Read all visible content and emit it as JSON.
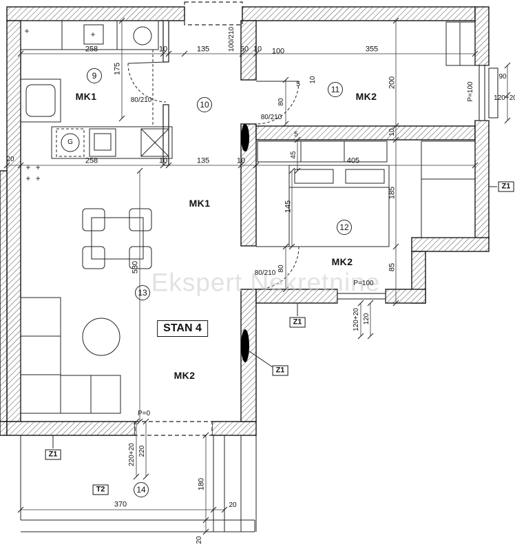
{
  "watermark": "Ekspert Nekretnine",
  "apartment": {
    "name": "STAN 4"
  },
  "rooms": {
    "mk1": "MK1",
    "mk2": "MK2",
    "n9": "9",
    "n10": "10",
    "n11": "11",
    "n12": "12",
    "n13": "13",
    "n14": "14"
  },
  "markers": {
    "z1": "Z1",
    "t2": "T2"
  },
  "doors": {
    "entry": "100/210",
    "swing": "80/210"
  },
  "dims": {
    "d5": "5",
    "d10": "10",
    "d20": "20",
    "d45": "45",
    "d50": "50",
    "d80": "80",
    "d85": "85",
    "d90": "90",
    "d100": "100",
    "d120": "120",
    "d120p20": "120+20",
    "d135": "135",
    "d145": "145",
    "d175": "175",
    "d180": "180",
    "d185": "185",
    "d200": "200",
    "d220": "220",
    "d220p20": "220+20",
    "d258": "258",
    "d355": "355",
    "d370": "370",
    "d405": "405",
    "d530": "530",
    "p100": "P=100",
    "p0": "P=0"
  },
  "symbols": {
    "plus": "+",
    "plusplus": "+ +",
    "gas": "G"
  }
}
